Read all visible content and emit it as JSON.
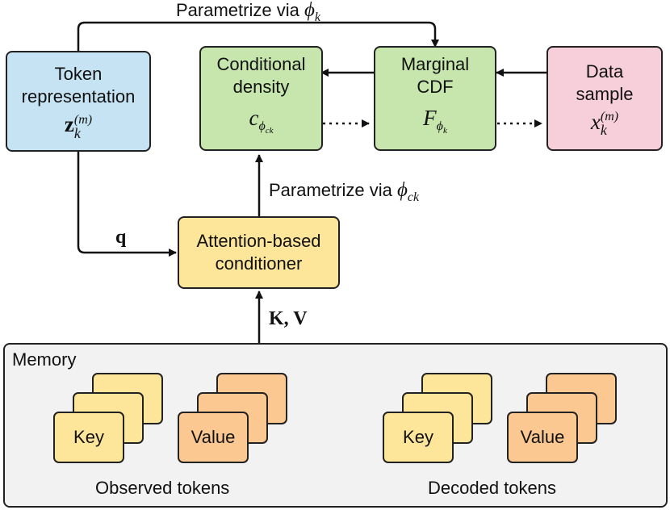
{
  "top_edge_label": "Parametrize via",
  "top_edge_symbol": "ϕ",
  "top_edge_symbol_sub": "k",
  "token": {
    "line1": "Token",
    "line2": "representation",
    "symbol": "z",
    "symbol_sub": "k",
    "symbol_sup": "(m)"
  },
  "conditional": {
    "line1": "Conditional",
    "line2": "density",
    "symbol": "c",
    "symbol_sub_symbol": "ϕ",
    "symbol_sub_sub": "ck"
  },
  "marginal": {
    "line1": "Marginal",
    "line2": "CDF",
    "symbol": "F",
    "symbol_sub_symbol": "ϕ",
    "symbol_sub_sub": "k"
  },
  "data": {
    "line1": "Data",
    "line2": "sample",
    "symbol": "x",
    "symbol_sub": "k",
    "symbol_sup": "(m)"
  },
  "mid_edge_label": "Parametrize via",
  "mid_edge_symbol": "ϕ",
  "mid_edge_symbol_sub": "ck",
  "q_label": "q",
  "kv_label": "K, V",
  "attention": {
    "line1": "Attention-based",
    "line2": "conditioner"
  },
  "memory": {
    "title": "Memory",
    "key_label": "Key",
    "value_label": "Value",
    "observed_label": "Observed tokens",
    "decoded_label": "Decoded tokens"
  },
  "colors": {
    "blue": "#c5e3f3",
    "green": "#c6e6ad",
    "pink": "#f7cfdb",
    "yellow": "#fde69a",
    "orange": "#fbc891",
    "memory_bg": "#f2f2f2"
  }
}
